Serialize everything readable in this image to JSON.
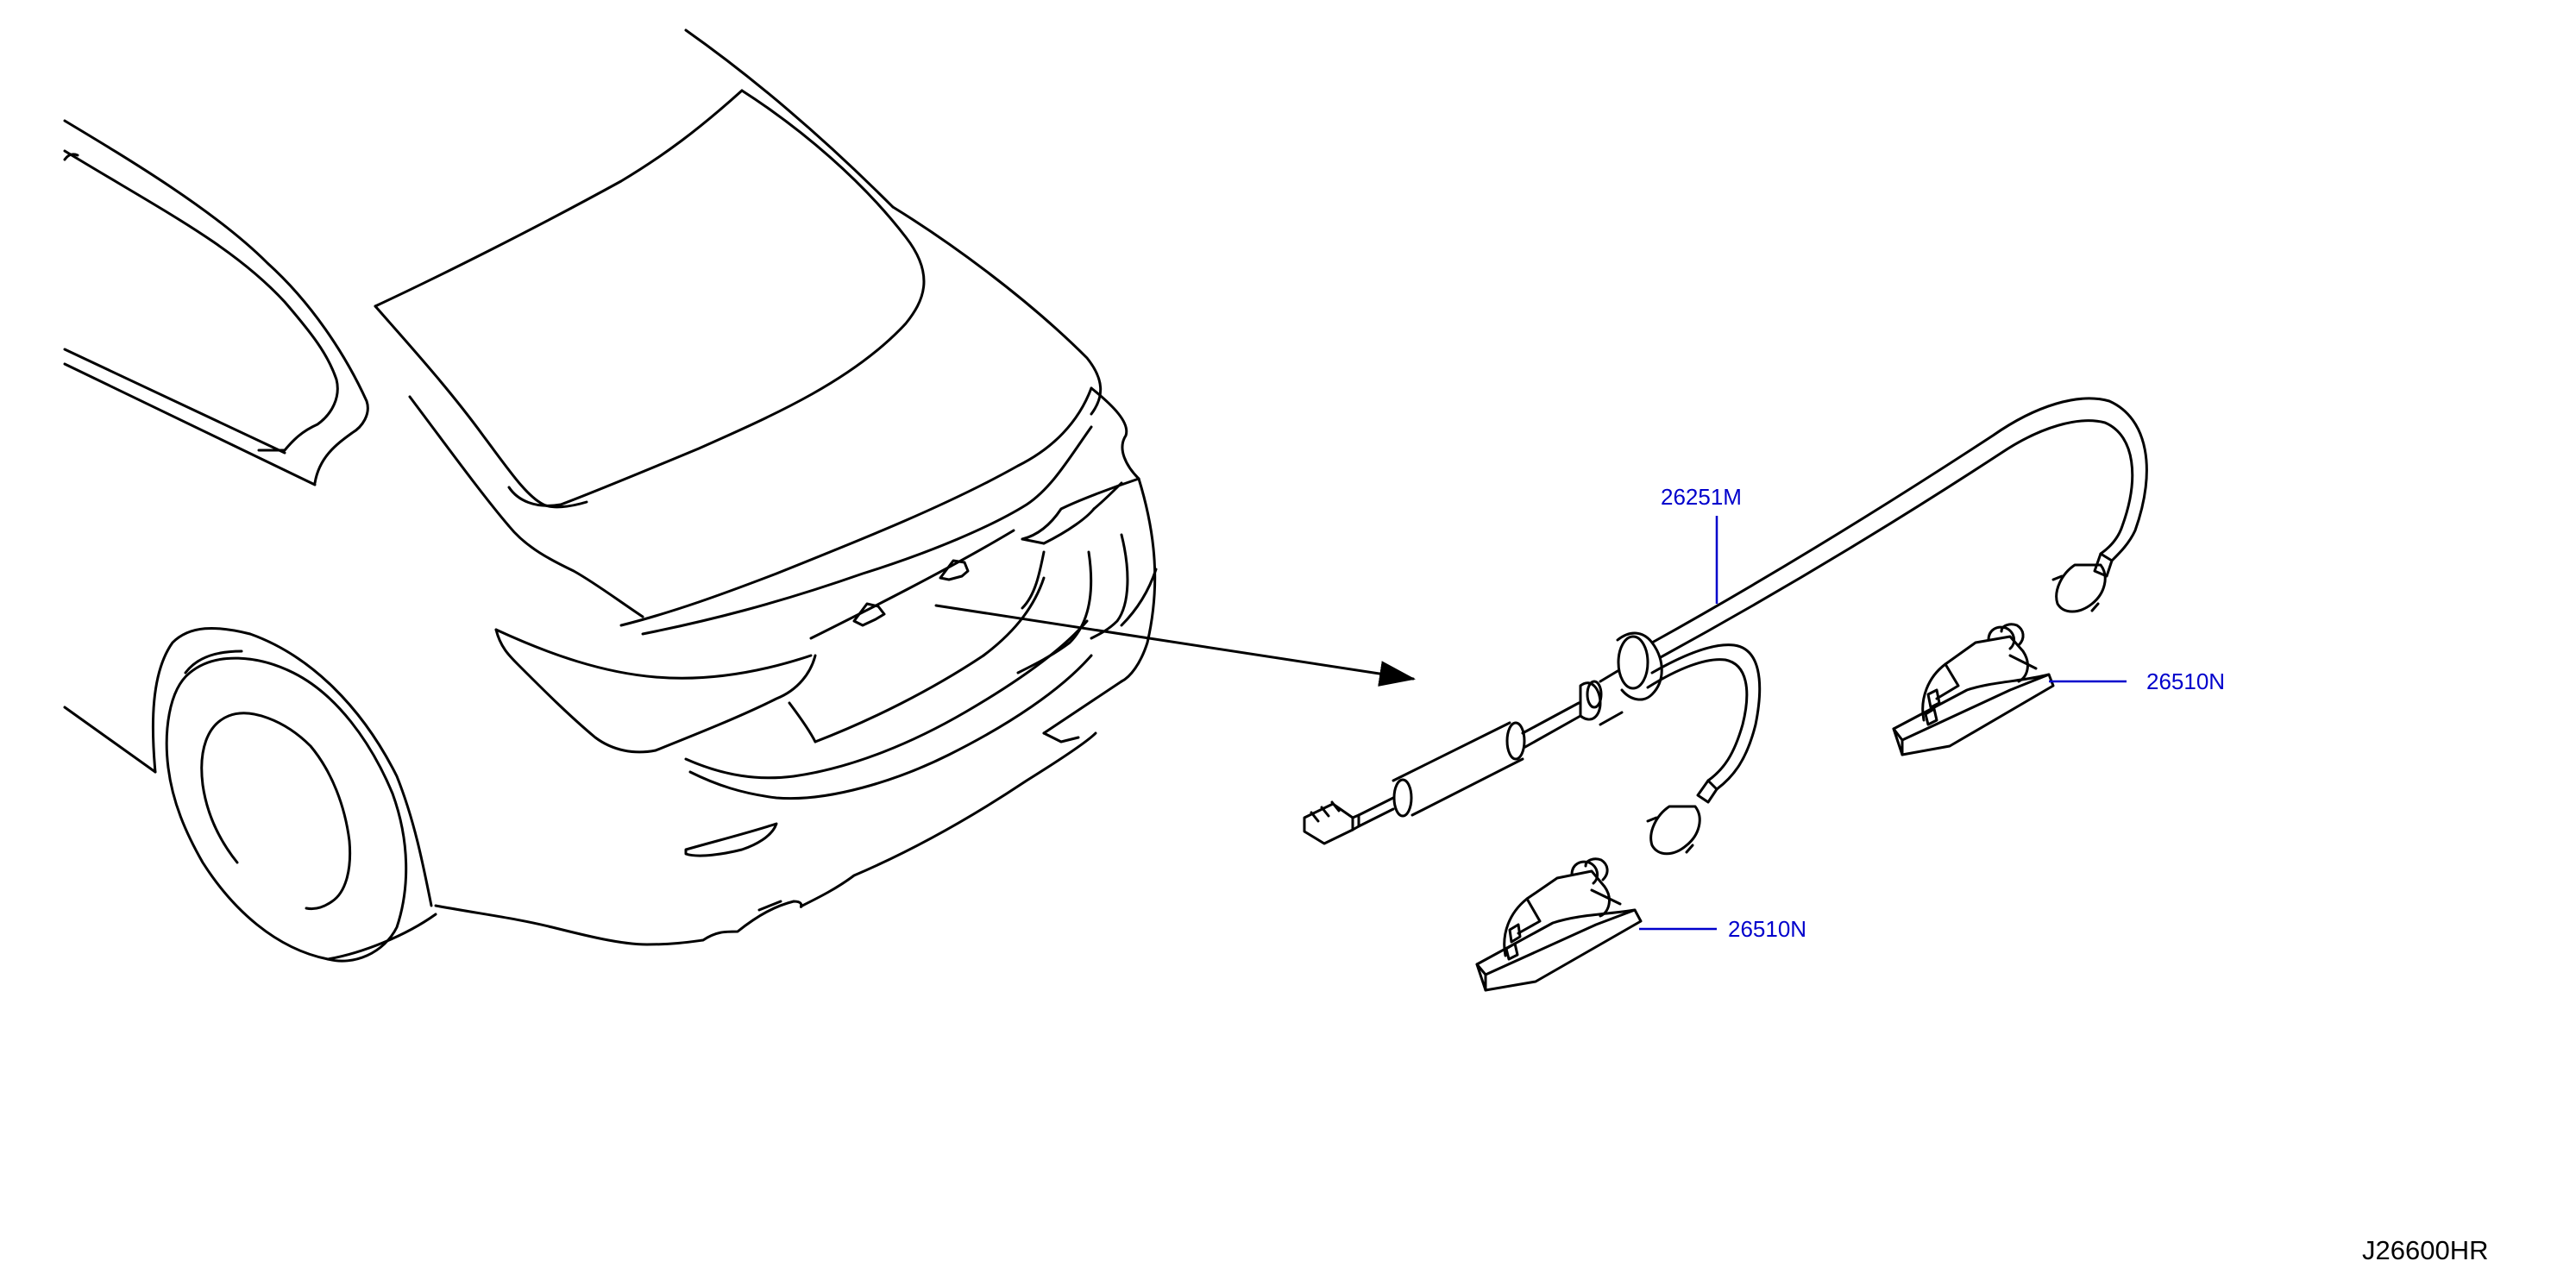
{
  "colors": {
    "line_art": "#000000",
    "callout": "#0000cc",
    "background": "#ffffff"
  },
  "callouts": {
    "harness_part_number": "26251M",
    "lamp_upper_part_number": "26510N",
    "lamp_lower_part_number": "26510N"
  },
  "diagram_code": "J26600HR"
}
